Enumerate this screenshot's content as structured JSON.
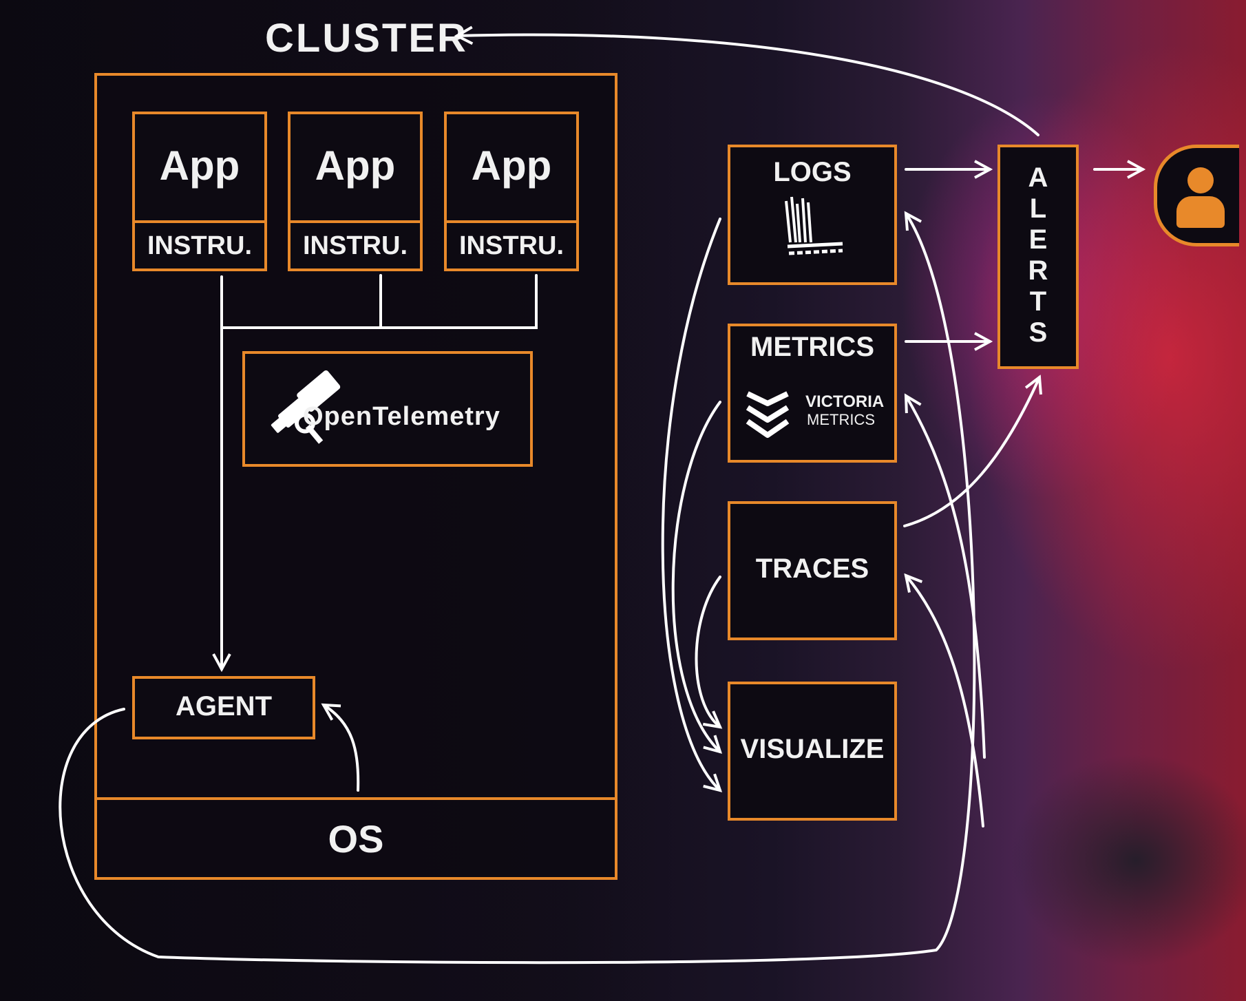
{
  "diagram": {
    "cluster_label": "CLUSTER",
    "apps": [
      {
        "app": "App",
        "instru": "INSTRU."
      },
      {
        "app": "App",
        "instru": "INSTRU."
      },
      {
        "app": "App",
        "instru": "INSTRU."
      }
    ],
    "opentelemetry_label": "OpenTelemetry",
    "agent_label": "AGENT",
    "os_label": "OS",
    "logs_label": "LOGS",
    "metrics_label": "METRICS",
    "victoria_line1": "VICTORIA",
    "victoria_line2": "METRICS",
    "traces_label": "TRACES",
    "visualize_label": "VISUALIZE",
    "alerts_letters": [
      "A",
      "L",
      "E",
      "R",
      "T",
      "S"
    ]
  },
  "colors": {
    "accent": "#e8892a",
    "box_fill": "#0d0a12",
    "text": "#f1f1f1",
    "arrow": "#ffffff"
  },
  "icons": [
    "telescope-icon",
    "loki-logo-icon",
    "victoria-metrics-logo-icon",
    "user-icon"
  ]
}
